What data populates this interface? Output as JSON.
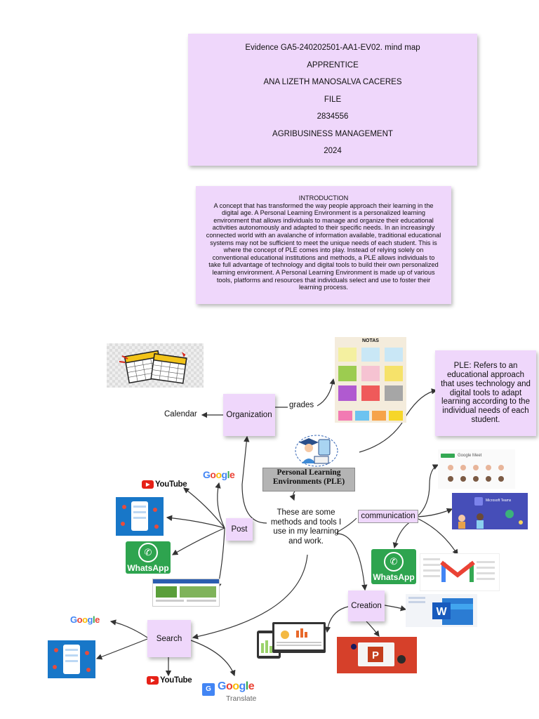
{
  "cover": {
    "lines": [
      "Evidence GA5-240202501-AA1-EV02. mind map",
      "APPRENTICE",
      "ANA LIZETH MANOSALVA CACERES",
      "FILE",
      "2834556",
      "AGRIBUSINESS MANAGEMENT",
      "2024"
    ]
  },
  "intro": {
    "title": "INTRODUCTION",
    "body": "A concept that has transformed the way people approach their learning in the digital age. A Personal Learning Environment is a personalized learning environment that allows individuals to manage and organize their educational activities autonomously and adapted to their specific needs. In an increasingly connected world with an avalanche of information available, traditional educational systems may not be sufficient to meet the unique needs of each student. This is where the concept of PLE comes into play. Instead of relying solely on conventional educational institutions and methods, a PLE allows individuals to take full advantage of technology and digital tools to build their own personalized learning environment. A Personal Learning Environment is made up of various tools, platforms and resources that individuals select and use to foster their learning process."
  },
  "mindmap": {
    "center_title": "Personal Learning Environments (PLE)",
    "center_text": "These are some methods and tools I use in my learning and work.",
    "ple_definition": "PLE: Refers to an educational approach that uses technology and digital tools to adapt learning according to the individual needs of each student.",
    "nodes": {
      "organization": "Organization",
      "post": "Post",
      "search": "Search",
      "creation": "Creation",
      "communication": "communication"
    },
    "labels": {
      "calendar": "Calendar",
      "grades": "grades"
    },
    "logos": {
      "google": "Google",
      "youtube": "YouTube",
      "whatsapp": "WhatsApp",
      "google_translate": "Translate",
      "google_meet": "Google Meet",
      "microsoft_teams": "Microsoft Teams",
      "notas_title": "NOTAS",
      "word_letter": "W",
      "ppt_letter": "P"
    }
  },
  "colors": {
    "sticky": "#efd7fb",
    "title_box": "#b4b4b4",
    "whatsapp": "#2ea44f",
    "youtube": "#e62117",
    "teams": "#464eb8",
    "word": "#185abd",
    "powerpoint": "#d24726"
  }
}
